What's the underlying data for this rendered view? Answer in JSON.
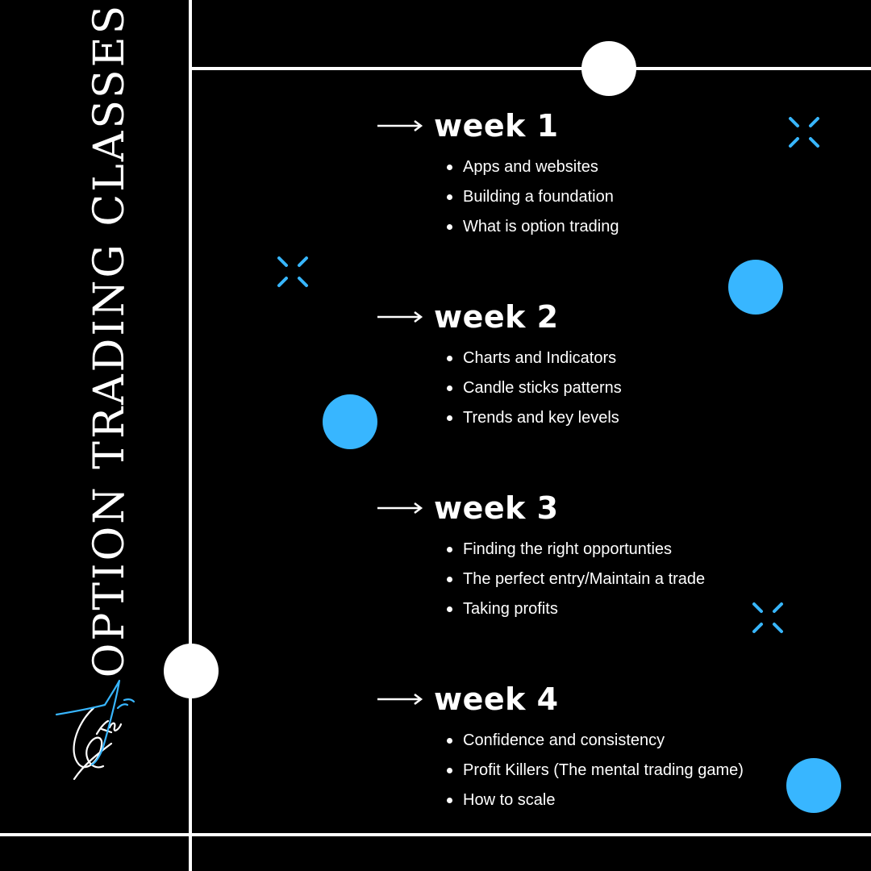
{
  "title": "OPTION TRADING CLASSES",
  "logo": {
    "text": "Gather Air",
    "icon": "signature-logo"
  },
  "colors": {
    "background": "#000000",
    "accent": "#38b6ff",
    "foreground": "#ffffff"
  },
  "weeks": [
    {
      "title": "week 1",
      "items": [
        "Apps and websites",
        "Building a foundation",
        "What is option trading"
      ]
    },
    {
      "title": "week 2",
      "items": [
        "Charts and Indicators",
        "Candle sticks patterns",
        "Trends and key levels"
      ]
    },
    {
      "title": "week 3",
      "items": [
        "Finding the right opportunties",
        "The perfect entry/Maintain a trade",
        "Taking profits"
      ]
    },
    {
      "title": "week 4",
      "items": [
        "Confidence and consistency",
        "Profit Killers (The mental trading game)",
        "How to scale"
      ]
    }
  ]
}
